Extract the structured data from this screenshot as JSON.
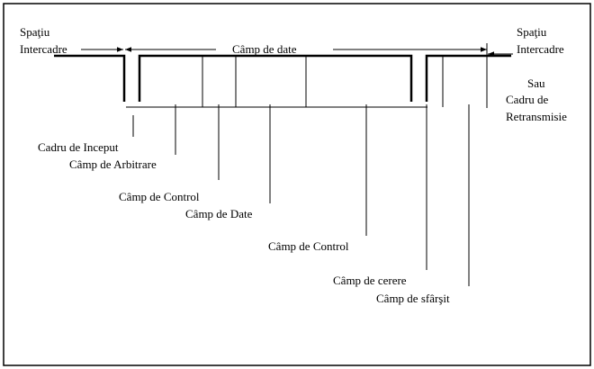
{
  "diagram": {
    "labels": {
      "interframe_space_left_line1": "Spaţiu",
      "interframe_space_left_line2": "Intercadre",
      "data_field_top": "Câmp de date",
      "interframe_space_right_line1": "Spaţiu",
      "interframe_space_right_line2": "Intercadre",
      "or_label": "Sau",
      "retransmit_frame_line1": "Cadru de",
      "retransmit_frame_line2": "Retransmisie",
      "start_of_frame": "Cadru de Inceput",
      "arbitration_field": "Câmp de Arbitrare",
      "control_field": "Câmp de Control",
      "data_field": "Câmp de Date",
      "control_field_2": "Câmp de Control",
      "request_field": "Câmp de cerere",
      "end_field": "Câmp de sfârşit"
    }
  }
}
